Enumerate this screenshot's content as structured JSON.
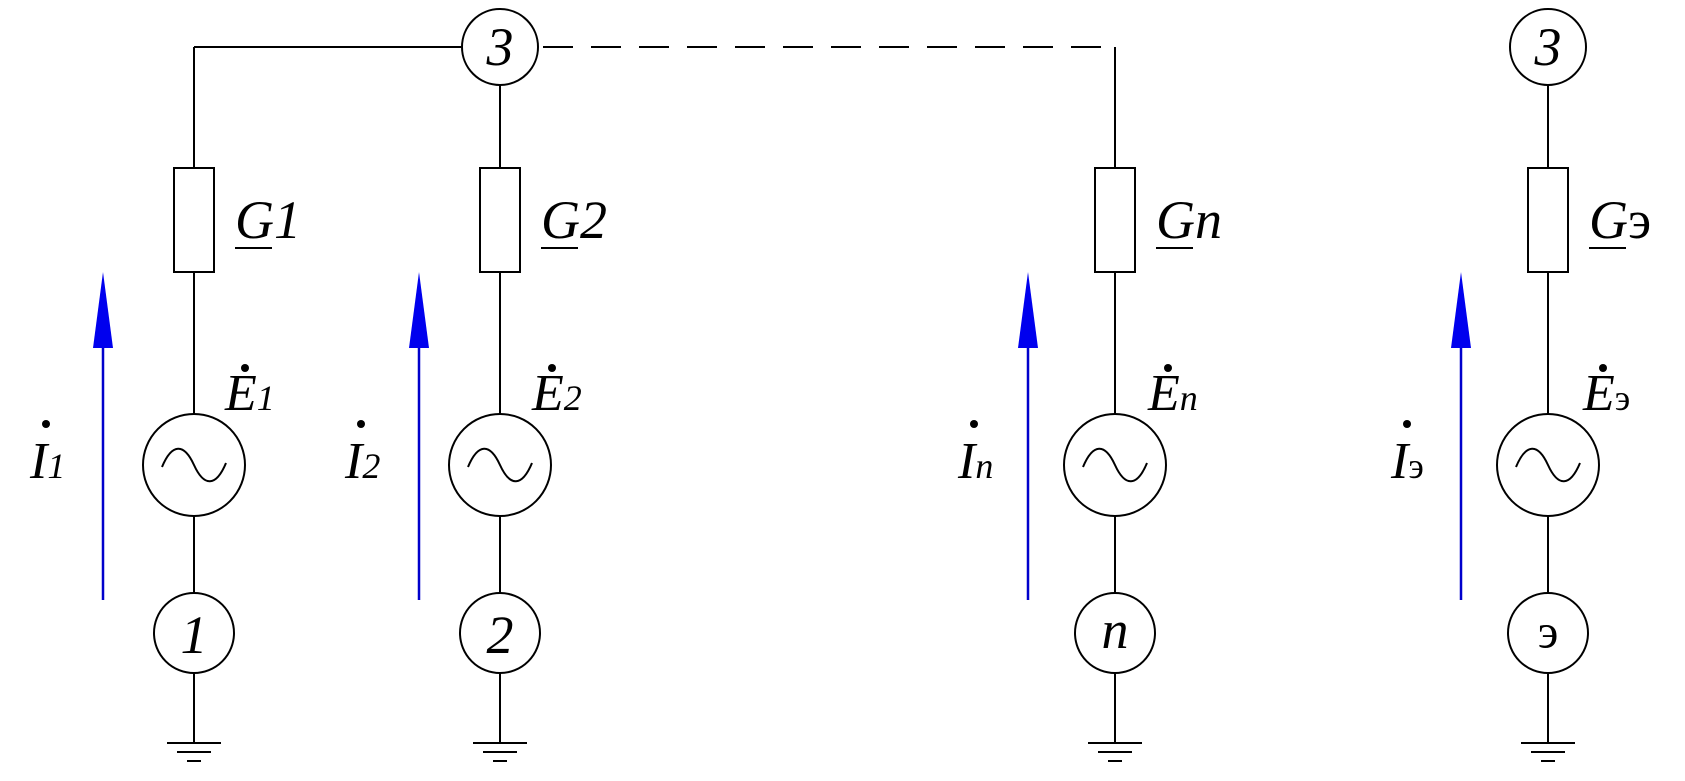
{
  "common_node": {
    "label": "3"
  },
  "branches": [
    {
      "id": "1",
      "node_label": "1",
      "g_main": "G",
      "g_sub": "1",
      "e_main": "E",
      "e_sub": "1",
      "i_main": "I",
      "i_sub": "1"
    },
    {
      "id": "2",
      "node_label": "2",
      "g_main": "G",
      "g_sub": "2",
      "e_main": "E",
      "e_sub": "2",
      "i_main": "I",
      "i_sub": "2"
    },
    {
      "id": "n",
      "node_label": "n",
      "g_main": "G",
      "g_sub": "n",
      "e_main": "E",
      "e_sub": "n",
      "i_main": "I",
      "i_sub": "n"
    }
  ],
  "equivalent": {
    "top_label": "3",
    "node_label": "э",
    "g_main": "G",
    "g_sub": "э",
    "e_main": "E",
    "e_sub": "э",
    "i_main": "I",
    "i_sub": "э"
  },
  "colors": {
    "wire": "#000000",
    "current_arrow": "#0000ee"
  }
}
